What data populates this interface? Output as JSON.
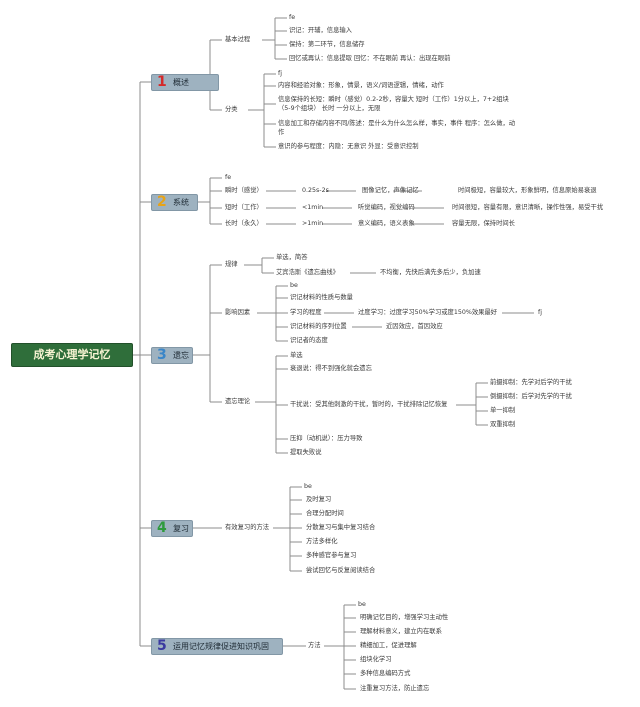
{
  "root": "成考心理学记忆",
  "colors": {
    "n1": "#d42a2a",
    "n2": "#e8a317",
    "n3": "#3a86c8",
    "n4": "#2d9a3c",
    "n5": "#3a3aa0",
    "root_bg": "#2f6e3a",
    "root_text": "#f7f3d2",
    "box_bg": "#9eb2c0"
  },
  "s1": {
    "num": "1",
    "label": "概述",
    "basic": "基本过程",
    "basic_fe": "fe",
    "basic_items": [
      "识记：开辅，信息输入",
      "保持：第二环节，信息储存",
      "回忆或再认：信息提取 回忆：不在眼前 再认：出现在眼前"
    ],
    "class": "分类",
    "class_fj": "fj",
    "class_items": [
      "内容和经验对象：形象，情景，语义/词语逻辑，情绪，动作",
      "信息保持的长短：瞬时（感觉）0.2-2秒，容量大 短时（工作）1分以上，7+2组块（5-9个组块） 长时 一分以上，无限",
      "信息加工和存储内容不同/陈述：是什么为什么怎么样，事实，事件 程序：怎么做，动作",
      "意识的参与程度：内隐：无意识 外显：受意识控制"
    ]
  },
  "s2": {
    "num": "2",
    "label": "系统",
    "fe": "fe",
    "rows": [
      [
        "瞬时（感觉）",
        "0.25s-2s",
        "图像记忆，声像记忆",
        "时间极短，容量较大，形象鲜明，信息原始易衰退"
      ],
      [
        "短时（工作）",
        "<1min",
        "听觉编码，视觉编码",
        "时间很短，容量有限，意识清晰，操作性强，易受干扰"
      ],
      [
        "长时（永久）",
        ">1min",
        "意义编码，语义表象",
        "容量无限，保持时间长"
      ]
    ]
  },
  "s3": {
    "num": "3",
    "label": "遗忘",
    "law": "规律",
    "law_items": [
      "单选，简答",
      "艾宾浩斯《遗忘曲线》"
    ],
    "law_note": "不均衡，先快后满先多后少，负加速",
    "factor": "影响因素",
    "factor_be": "be",
    "factor_items": [
      "识记材料的性质与数量",
      "学习的程度",
      "识记材料的序列位置",
      "识记者的态度"
    ],
    "factor_learning": "过度学习：过度学习50%学习或度150%效果最好",
    "factor_fj": "fj",
    "factor_pos": "近因效应，首因效应",
    "theory": "遗忘理论",
    "theory_items": [
      "单选",
      "衰退说：得不到强化就会遗忘",
      "干扰说：受其他刺激的干扰，暂时的，干扰排除记忆恢复",
      "压抑（动机说）：压力导致",
      "提取失败说"
    ],
    "interfere": [
      "前摄抑制：先学对后学的干扰",
      "倒摄抑制：后学对先学的干扰",
      "单一抑制",
      "双重抑制"
    ]
  },
  "s4": {
    "num": "4",
    "label": "复习",
    "branch": "有效复习的方法",
    "be": "be",
    "items": [
      "及时复习",
      "合理分配时间",
      "分散复习与集中复习结合",
      "方法多样化",
      "多种感官参与复习",
      "尝试回忆与反复阅读结合"
    ]
  },
  "s5": {
    "num": "5",
    "label": "运用记忆规律促进知识巩固",
    "branch": "方法",
    "be": "be",
    "items": [
      "明确记忆目的，增强学习主动性",
      "理解材料意义，建立内在联系",
      "精细加工，促进理解",
      "组块化学习",
      "多种信息编码方式",
      "注重复习方法，防止遗忘"
    ]
  }
}
